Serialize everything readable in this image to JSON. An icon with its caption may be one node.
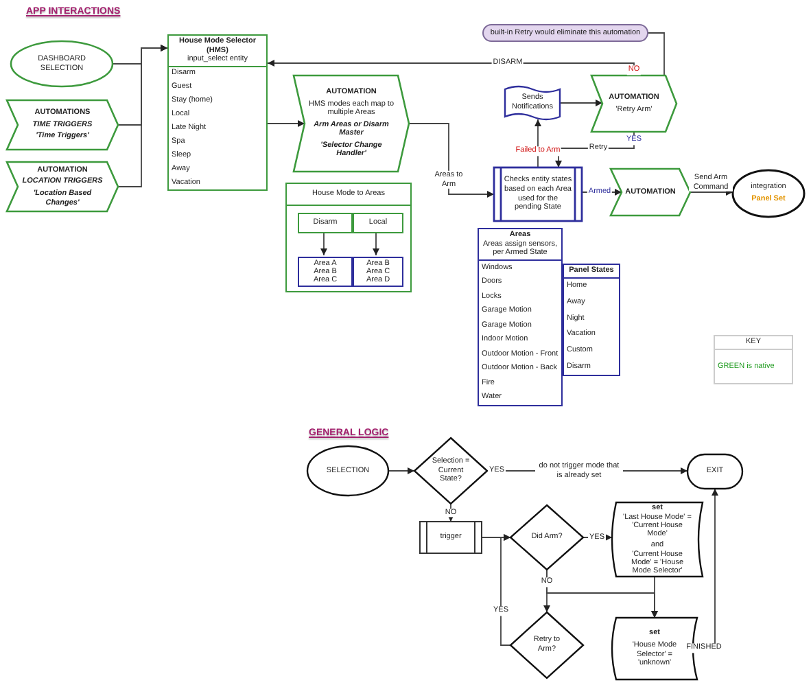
{
  "diagram": {
    "title": "APP INTERACTIONS",
    "nodes": [
      {
        "text": [
          "DASHBOARD SELECTION"
        ]
      },
      {
        "text": [
          "AUTOMATIONS",
          "TIME TRIGGERS",
          "'Time Triggers'"
        ]
      },
      {
        "text": [
          "AUTOMATION",
          "LOCATION TRIGGERS",
          "'Location Based Changes'"
        ]
      },
      {
        "text": [
          "House Mode Selector (HMS)",
          "input_select entity",
          "Disarm",
          "Guest",
          "Stay (home)",
          "Local",
          "Late Night",
          "Spa",
          "Sleep",
          "Away",
          "Vacation"
        ]
      },
      {
        "text": [
          "AUTOMATION",
          "HMS modes each map to multiple Areas",
          "Arm Areas or Disarm Master",
          "'Selector Change Handler'"
        ]
      },
      {
        "text": [
          "House Mode to Areas"
        ]
      },
      {
        "text": [
          "Disarm"
        ],
        "in": 5
      },
      {
        "text": [
          "Local"
        ],
        "in": 5
      },
      {
        "text": [
          "Area A Area B Area C"
        ],
        "in": 5
      },
      {
        "text": [
          "Area B Area C Area D"
        ],
        "in": 5
      },
      {
        "text": [
          "built-in Retry would eliminate this automation"
        ]
      },
      {
        "text": [
          "Sends Notifications"
        ]
      },
      {
        "text": [
          "AUTOMATION",
          "'Retry Arm'"
        ]
      },
      {
        "text": [
          "Checks entity states based on each Area used for the pending State"
        ]
      },
      {
        "text": [
          "AUTOMATION"
        ]
      },
      {
        "text": [
          "integration",
          "Panel Set"
        ]
      },
      {
        "text": [
          "Areas",
          "Areas assign sensors, per Armed State",
          "Windows",
          "Doors",
          "Locks",
          "Garage Motion",
          "Garage Motion",
          "Indoor Motion",
          "Outdoor Motion - Front",
          "Outdoor Motion - Back",
          "Fire",
          "Water"
        ]
      },
      {
        "text": [
          "Panel States",
          "Home",
          "Away",
          "Night",
          "Vacation",
          "Custom",
          "Disarm"
        ]
      },
      {
        "text": [
          "KEY",
          "GREEN is native"
        ]
      },
      {
        "text": [
          "SELECTION"
        ]
      },
      {
        "text": [
          "Selection = Current State?"
        ]
      },
      {
        "text": [
          "EXIT"
        ]
      },
      {
        "text": [
          "trigger"
        ]
      },
      {
        "text": [
          "Did Arm?"
        ]
      },
      {
        "text": [
          "set",
          "'Last House Mode' = 'Current House Mode'",
          "and",
          "'Current House Mode' = 'House Mode Selector'"
        ]
      },
      {
        "text": [
          "Retry to Arm?"
        ]
      },
      {
        "text": [
          "set",
          "'House Mode Selector' = 'unknown'"
        ]
      }
    ],
    "edges": [
      {
        "from": 0,
        "to": 3,
        "arrow": "to"
      },
      {
        "from": 1,
        "to": 3,
        "arrow": "to"
      },
      {
        "from": 2,
        "to": 3,
        "arrow": "to"
      },
      {
        "from": 3,
        "to": 4,
        "arrow": "to"
      },
      {
        "from": 4,
        "to": 13,
        "arrow": "to",
        "label": "Areas to Arm"
      },
      {
        "from": 12,
        "to": 3,
        "arrow": "to",
        "label": "DISARM"
      },
      {
        "from": 10,
        "to": 12,
        "arrow": "none"
      },
      {
        "from": 13,
        "to": 11,
        "arrow": "to",
        "label": "Failed to Arm"
      },
      {
        "from": 11,
        "to": 12,
        "arrow": "to"
      },
      {
        "from": 12,
        "to": 13,
        "arrow": "to",
        "label": "Retry"
      },
      {
        "from": 13,
        "to": 14,
        "arrow": "to",
        "label": "Armed"
      },
      {
        "from": 14,
        "to": 15,
        "arrow": "to",
        "label": "Send Arm Command"
      },
      {
        "from": 6,
        "to": 8,
        "arrow": "to"
      },
      {
        "from": 7,
        "to": 9,
        "arrow": "to"
      },
      {
        "from": 19,
        "to": 20,
        "arrow": "to"
      },
      {
        "from": 20,
        "to": 21,
        "arrow": "to",
        "label": "YES"
      },
      {
        "from": 20,
        "to": 22,
        "arrow": "to",
        "label": "NO"
      },
      {
        "from": 22,
        "to": 23,
        "arrow": "to"
      },
      {
        "from": 23,
        "to": 24,
        "arrow": "to",
        "label": "YES"
      },
      {
        "from": 23,
        "to": 25,
        "arrow": "to",
        "label": "NO"
      },
      {
        "from": 23,
        "to": 26,
        "arrow": "to"
      },
      {
        "from": 24,
        "to": 26,
        "arrow": "to"
      },
      {
        "from": 25,
        "to": 23,
        "arrow": "to",
        "label": "YES"
      },
      {
        "from": 26,
        "to": 21,
        "arrow": "to",
        "label": "FINISHED"
      }
    ],
    "labels": [
      "NO",
      "YES",
      "GENERAL LOGIC",
      "do not trigger mode that is already set"
    ]
  }
}
